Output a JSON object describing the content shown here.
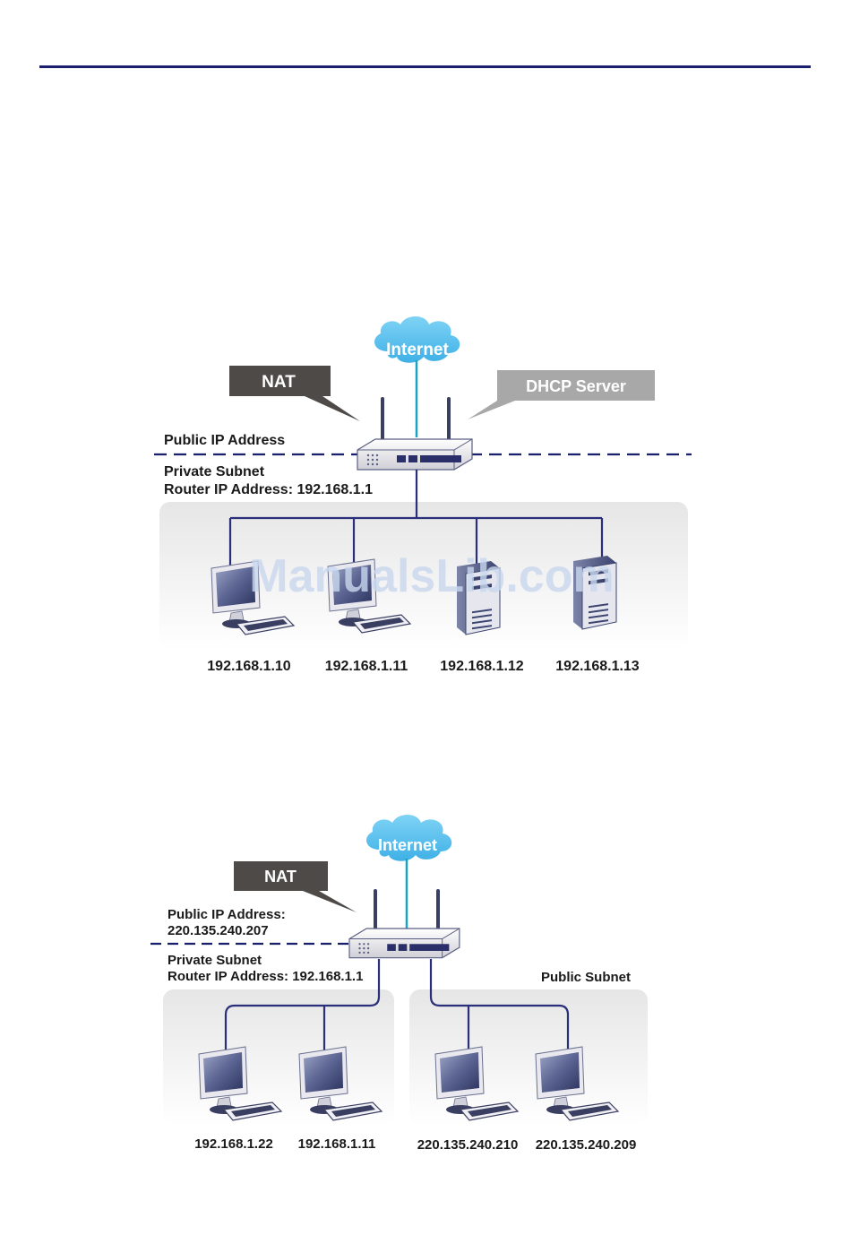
{
  "watermark": "ManualsLib.com",
  "diagram1": {
    "internet_label": "Internet",
    "nat_label": "NAT",
    "dhcp_label": "DHCP Server",
    "public_ip_label": "Public IP Address",
    "private_subnet_label": "Private Subnet",
    "router_ip_label": "Router IP Address: 192.168.1.1",
    "hosts": [
      {
        "ip": "192.168.1.10",
        "kind": "pc"
      },
      {
        "ip": "192.168.1.11",
        "kind": "pc"
      },
      {
        "ip": "192.168.1.12",
        "kind": "server"
      },
      {
        "ip": "192.168.1.13",
        "kind": "server"
      }
    ]
  },
  "diagram2": {
    "internet_label": "Internet",
    "nat_label": "NAT",
    "public_ip_label": "Public IP Address:",
    "public_ip_value": "220.135.240.207",
    "private_subnet_label": "Private Subnet",
    "router_ip_label": "Router IP Address: 192.168.1.1",
    "public_subnet_label": "Public Subnet",
    "hosts": [
      {
        "ip": "192.168.1.22",
        "kind": "pc"
      },
      {
        "ip": "192.168.1.11",
        "kind": "pc"
      },
      {
        "ip": "220.135.240.210",
        "kind": "pc"
      },
      {
        "ip": "220.135.240.209",
        "kind": "pc"
      }
    ]
  },
  "colors": {
    "rule": "#1a1f6b",
    "link": "#2a2f7a",
    "uplink": "#1aa3c4",
    "cloud": "#5cc3ee",
    "nat_callout": "#4d4a48",
    "dhcp_callout": "#a8a8a8"
  }
}
